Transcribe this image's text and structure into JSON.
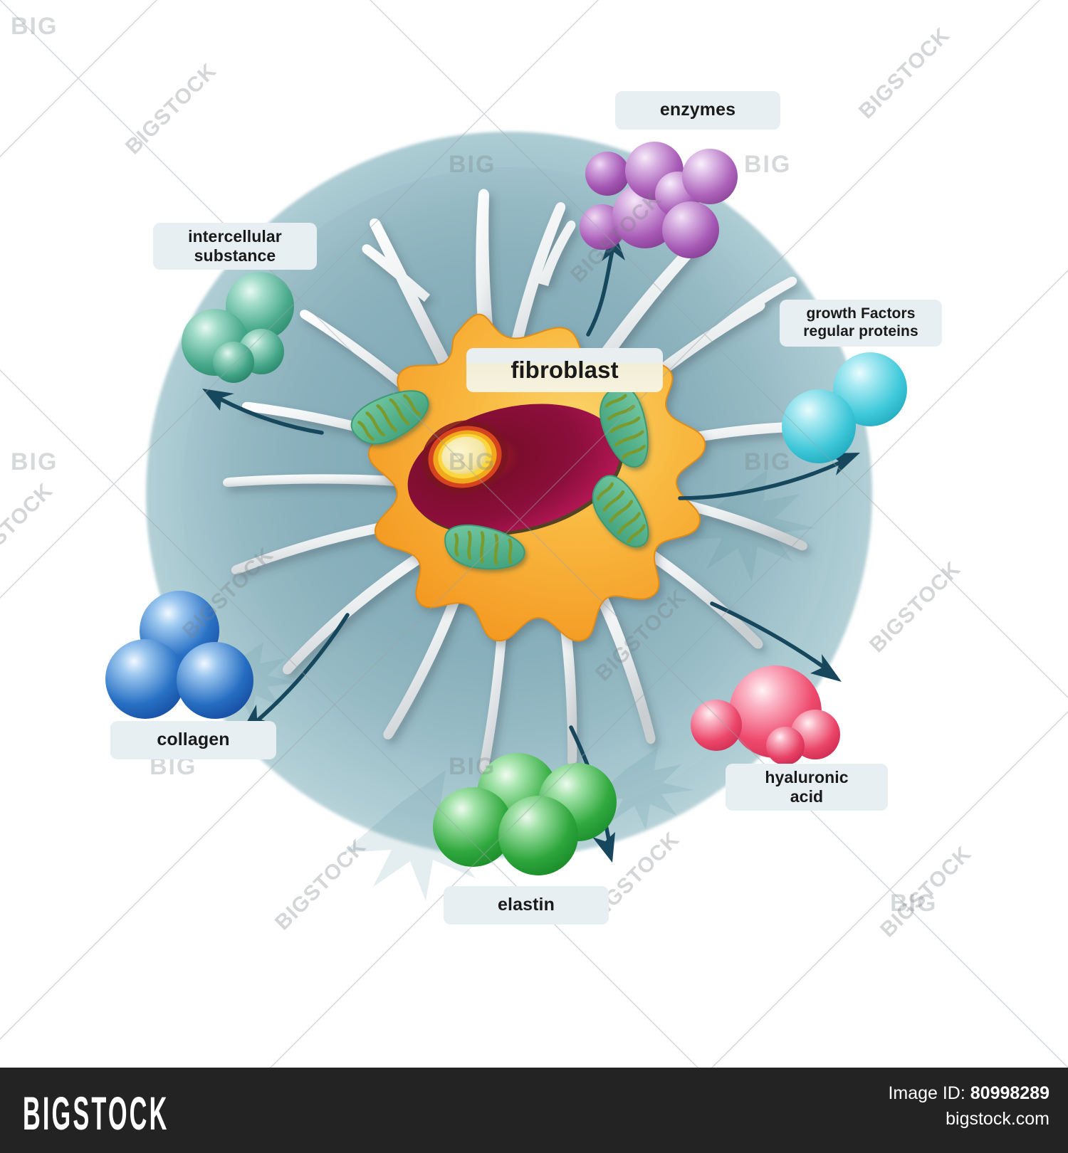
{
  "diagram": {
    "title": "fibroblast",
    "center_label": {
      "text": "fibroblast"
    },
    "labels": [
      {
        "id": "enzymes",
        "line1": "enzymes",
        "line2": ""
      },
      {
        "id": "intercellular",
        "line1": "intercellular",
        "line2": "substance"
      },
      {
        "id": "growth-factors",
        "line1": "growth Factors",
        "line2": "regular proteins"
      },
      {
        "id": "collagen",
        "line1": "collagen",
        "line2": ""
      },
      {
        "id": "hyaluronic-acid",
        "line1": "hyaluronic",
        "line2": "acid"
      },
      {
        "id": "elastin",
        "line1": "elastin",
        "line2": ""
      }
    ],
    "molecules": [
      {
        "id": "enzymes",
        "label": "enzymes",
        "color": "#9b4ea8",
        "color_dark": "#6e2f7d",
        "count": 7
      },
      {
        "id": "intercellular",
        "label": "intercellular substance",
        "color": "#49ab8c",
        "color_dark": "#1f7f62",
        "count": 4
      },
      {
        "id": "growth-factors",
        "label": "growth Factors regular proteins",
        "color": "#3fc9da",
        "color_dark": "#12a3bb",
        "count": 2
      },
      {
        "id": "collagen",
        "label": "collagen",
        "color": "#1e6fc4",
        "color_dark": "#11388f",
        "count": 3
      },
      {
        "id": "hyaluronic-acid",
        "label": "hyaluronic acid",
        "color": "#ef4a6e",
        "color_dark": "#c9264f",
        "count": 4
      },
      {
        "id": "elastin",
        "label": "elastin",
        "color": "#35ad42",
        "color_dark": "#118a2b",
        "count": 4
      }
    ],
    "cell": {
      "name": "fibroblast",
      "cytoplasm_color": "#f6a42a",
      "nucleus_color": "#8f1038",
      "nucleolus_color": "#f6e9a8",
      "mitochondria_color": "#5cb894",
      "mitochondria_count": 4,
      "processes_color": "#e9ecee"
    },
    "arrows": [
      {
        "id": "arrow-enzymes",
        "from": "cell",
        "to": "enzymes"
      },
      {
        "id": "arrow-intercellular",
        "from": "cell",
        "to": "intercellular"
      },
      {
        "id": "arrow-growth-factors",
        "from": "cell",
        "to": "growth-factors"
      },
      {
        "id": "arrow-collagen",
        "from": "cell",
        "to": "collagen"
      },
      {
        "id": "arrow-hyaluronic-acid",
        "from": "cell",
        "to": "hyaluronic-acid"
      },
      {
        "id": "arrow-elastin",
        "from": "cell",
        "to": "elastin"
      }
    ],
    "arrow_color": "#16475c",
    "label_bg": "#e7eff2"
  },
  "watermark": {
    "word": "BIGSTOCK",
    "short": "BIG"
  },
  "footer": {
    "brand": "BIGSTOCK",
    "image_id_prefix": "Image ID: ",
    "image_id": "80998289",
    "site": "bigstock.com"
  }
}
